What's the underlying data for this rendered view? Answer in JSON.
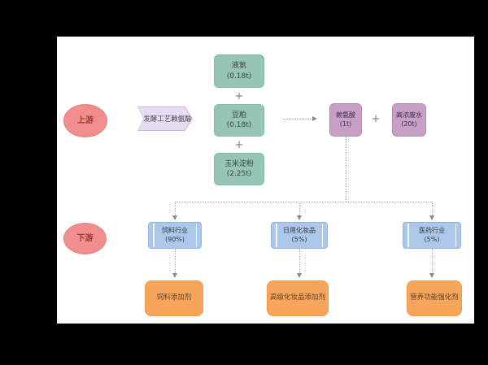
{
  "diagram": {
    "title_hint": "lysine industry chain flowchart",
    "stages": {
      "upstream": "上游",
      "downstream": "下游"
    },
    "process": {
      "label": "发酵工艺赖氨酸"
    },
    "plus_sign": "+",
    "inputs": [
      {
        "name": "液氨",
        "amount": "(0.18t)"
      },
      {
        "name": "豆粕",
        "amount": "(0.18t)"
      },
      {
        "name": "玉米淀粉",
        "amount": "(2.25t)"
      }
    ],
    "outputs": [
      {
        "name": "赖氨酸",
        "amount": "(1t)"
      },
      {
        "name": "高浓废水",
        "amount": "(20t)"
      }
    ],
    "industries": [
      {
        "name": "饲料行业",
        "share": "(90%)"
      },
      {
        "name": "日用化妆品",
        "share": "(5%)"
      },
      {
        "name": "医药行业",
        "share": "(5%)"
      }
    ],
    "products": [
      {
        "name": "饲料添加剂"
      },
      {
        "name": "高级化妆品添加剂"
      },
      {
        "name": "营养功能强化剂"
      }
    ],
    "colors": {
      "stage_ellipse": "#ef8e8c",
      "process_arrow": "#e7ddf1",
      "input_box": "#96c5b4",
      "output_box": "#c89fc5",
      "industry_box": "#abc8ea",
      "product_box": "#f8a55c",
      "connector": "#a9a9a9"
    }
  }
}
